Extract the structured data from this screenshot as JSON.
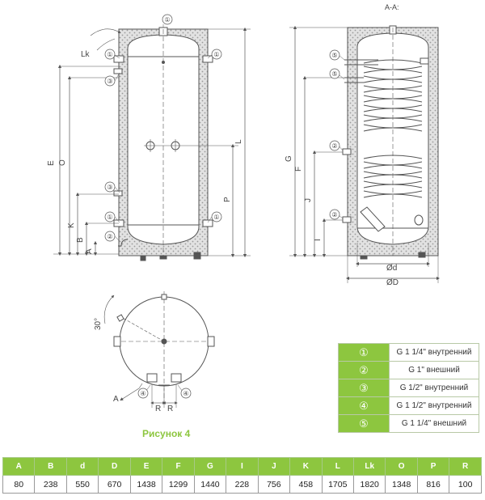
{
  "figure": {
    "section_label": "A-A:",
    "labels": {
      "Lk": "Lk",
      "E": "E",
      "O": "O",
      "K": "K",
      "B": "B",
      "A": "A",
      "L": "L",
      "P": "P",
      "G": "G",
      "F": "F",
      "J": "J",
      "I": "I",
      "d": "Ød",
      "D": "ØD",
      "angle": "30°",
      "R": "R",
      "arrow_A": "A"
    },
    "callouts": [
      "①",
      "②",
      "③",
      "④",
      "⑤"
    ]
  },
  "legend": [
    {
      "symbol": "①",
      "text": "G 1 1/4\" внутренний"
    },
    {
      "symbol": "②",
      "text": "G 1\" внешний"
    },
    {
      "symbol": "③",
      "text": "G 1/2\" внутренний"
    },
    {
      "symbol": "④",
      "text": "G 1 1/2\" внутренний"
    },
    {
      "symbol": "⑤",
      "text": "G 1 1/4\" внешний"
    }
  ],
  "caption": "Рисунок 4",
  "dimensions_table": {
    "headers": [
      "A",
      "B",
      "d",
      "D",
      "E",
      "F",
      "G",
      "I",
      "J",
      "K",
      "L",
      "Lk",
      "O",
      "P",
      "R"
    ],
    "values": [
      "80",
      "238",
      "550",
      "670",
      "1438",
      "1299",
      "1440",
      "228",
      "756",
      "458",
      "1705",
      "1820",
      "1348",
      "816",
      "100"
    ]
  },
  "colors": {
    "accent_green": "#8dc63f",
    "insulation": "#cccccc",
    "line": "#555555"
  }
}
